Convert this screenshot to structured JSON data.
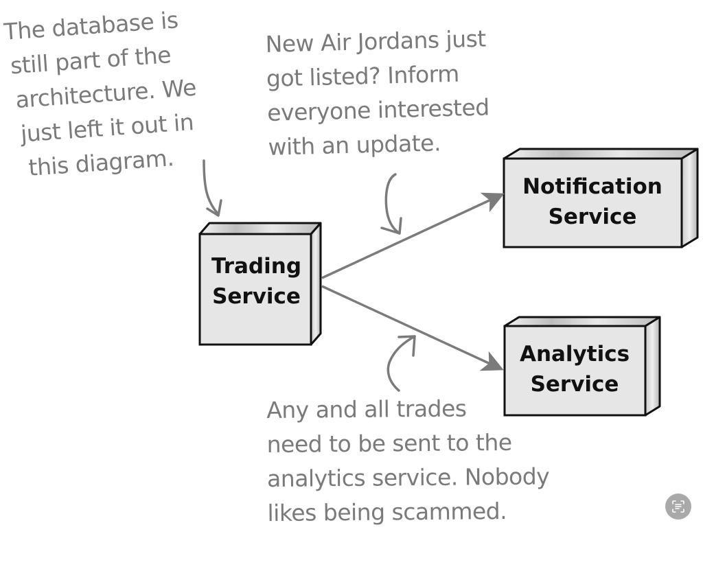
{
  "diagram": {
    "nodes": [
      {
        "id": "trading",
        "label_lines": [
          "Trading",
          "Service"
        ]
      },
      {
        "id": "notification",
        "label_lines": [
          "Notification",
          "Service"
        ]
      },
      {
        "id": "analytics",
        "label_lines": [
          "Analytics",
          "Service"
        ]
      }
    ],
    "edges": [
      {
        "from": "trading",
        "to": "notification"
      },
      {
        "from": "trading",
        "to": "analytics"
      }
    ],
    "annotations": {
      "database": {
        "lines": [
          "The database is",
          "still part of the",
          "architecture. We",
          "just left it out in",
          "this diagram."
        ],
        "points_to": "trading"
      },
      "notification": {
        "lines": [
          "New Air Jordans just",
          "got listed? Inform",
          "everyone interested",
          "with an update."
        ],
        "points_to": "trading-to-notification edge"
      },
      "analytics": {
        "lines": [
          "Any and all trades",
          "need to be sent to the",
          "analytics service. Nobody",
          "likes being scammed."
        ],
        "points_to": "trading-to-analytics edge"
      }
    },
    "colors": {
      "annotation_text": "#7a7a7a",
      "arrow": "#7b7b7b",
      "box_face": "#e6e6e6",
      "box_outline": "#111111",
      "box_label": "#111111"
    }
  },
  "overlay": {
    "lens_button_icon": "text-scan-icon"
  }
}
